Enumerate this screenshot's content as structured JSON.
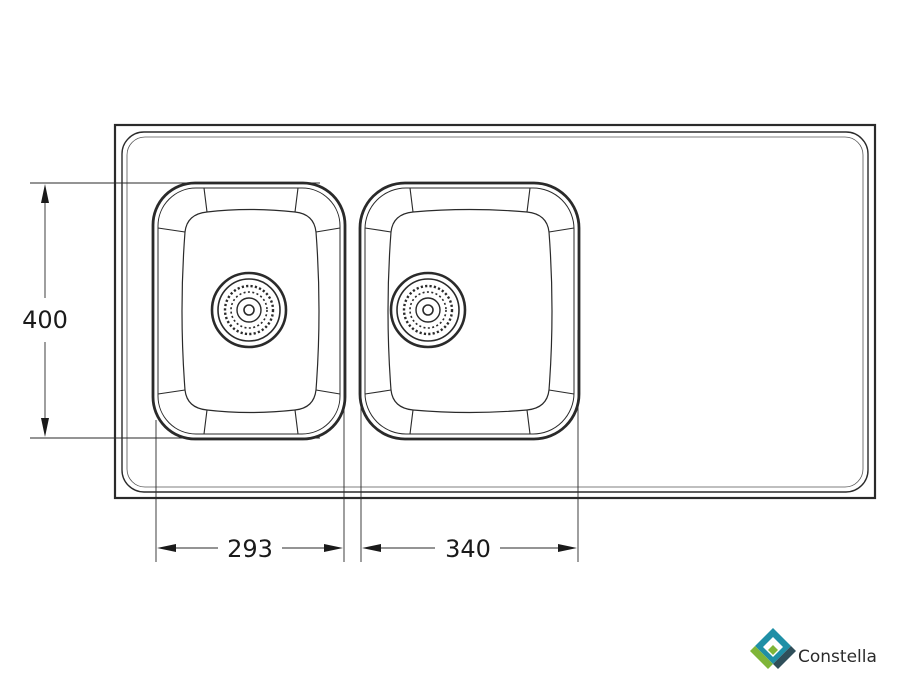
{
  "dimensions": {
    "height_label": "400",
    "left_bowl_width_label": "293",
    "right_bowl_width_label": "340"
  },
  "brand": {
    "name": "Constella",
    "colors": {
      "teal": "#1f8fa6",
      "green": "#7fb539",
      "dark": "#2f4f5a"
    }
  },
  "line_color": "#2a2a2a"
}
